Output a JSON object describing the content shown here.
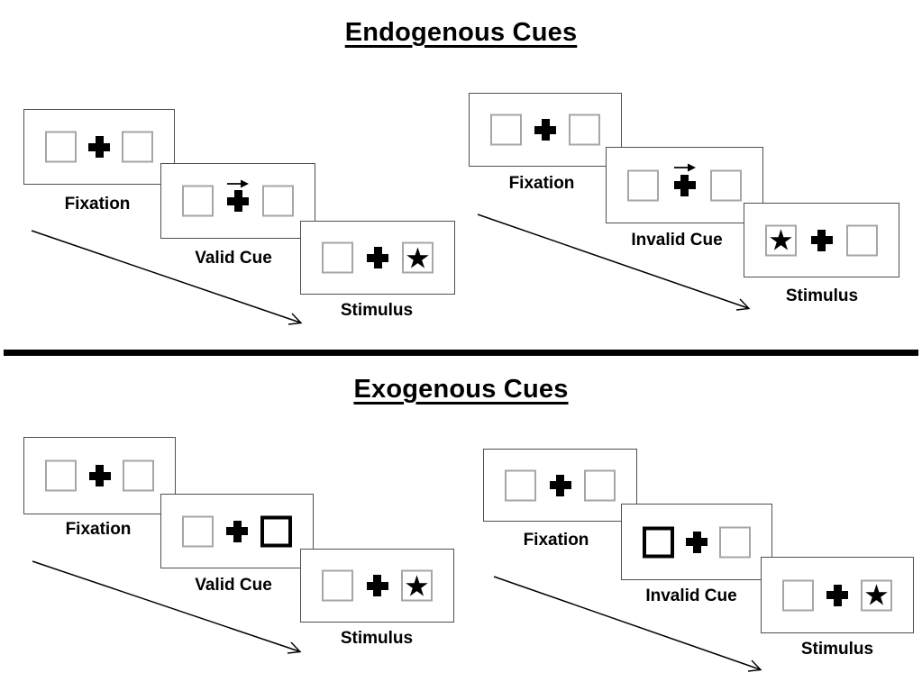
{
  "sections": [
    {
      "title": "Endogenous Cues",
      "groups": [
        {
          "name": "valid-cue-sequence",
          "panels": [
            {
              "label": "Fixation",
              "type": "fixation"
            },
            {
              "label": "Valid Cue",
              "type": "arrow-cue",
              "cue": "central-arrow-pointing-right"
            },
            {
              "label": "Stimulus",
              "type": "stimulus",
              "star_side": "right"
            }
          ]
        },
        {
          "name": "invalid-cue-sequence",
          "panels": [
            {
              "label": "Fixation",
              "type": "fixation"
            },
            {
              "label": "Invalid Cue",
              "type": "arrow-cue",
              "cue": "central-arrow-pointing-right"
            },
            {
              "label": "Stimulus",
              "type": "stimulus",
              "star_side": "left"
            }
          ]
        }
      ]
    },
    {
      "title": "Exogenous Cues",
      "groups": [
        {
          "name": "valid-cue-sequence",
          "panels": [
            {
              "label": "Fixation",
              "type": "fixation"
            },
            {
              "label": "Valid Cue",
              "type": "box-highlight-cue",
              "cue": "bold-box-right"
            },
            {
              "label": "Stimulus",
              "type": "stimulus",
              "star_side": "right"
            }
          ]
        },
        {
          "name": "invalid-cue-sequence",
          "panels": [
            {
              "label": "Fixation",
              "type": "fixation"
            },
            {
              "label": "Invalid Cue",
              "type": "box-highlight-cue",
              "cue": "bold-box-left"
            },
            {
              "label": "Stimulus",
              "type": "stimulus",
              "star_side": "right"
            }
          ]
        }
      ]
    }
  ],
  "glyphs": {
    "star": "★"
  },
  "colors": {
    "background": "#ffffff",
    "panel_border": "#4f4f4f",
    "square_border": "#a6a6a6",
    "bold_square_border": "#000000",
    "ink": "#000000"
  }
}
